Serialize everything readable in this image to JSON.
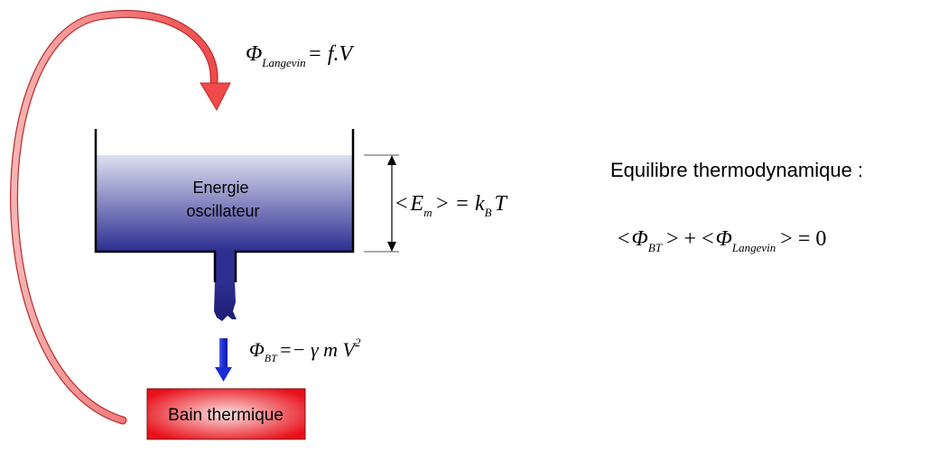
{
  "tank": {
    "label_line1": "Energie",
    "label_line2": "oscillateur",
    "colors": {
      "liquid_top": "#dde0f0",
      "liquid_bottom": "#2e2f92",
      "wall": "#000000"
    }
  },
  "bath": {
    "label": "Bain thermique",
    "colors": {
      "center": "#fbe3e3",
      "edge": "#e8101a"
    }
  },
  "flux_langevin": {
    "symbol": "Φ",
    "subscript": "Langevin",
    "rhs": "= f.V",
    "arrow_color": "#f04a4a"
  },
  "flux_bt": {
    "symbol": "Φ",
    "subscript": "BT",
    "rhs_prefix": "=− γ m V",
    "exponent": "2",
    "arrow_color": "#1a2cd6"
  },
  "mean_energy": {
    "lhs_open": "<",
    "symbol": "E",
    "subscript": "m",
    "mid": "> = k",
    "k_subscript": "B",
    "rhs": "T"
  },
  "equilibrium": {
    "title": "Equilibre thermodynamique :",
    "t1": "<",
    "phi1": "Φ",
    "sub1": "BT",
    "t2": "> + <",
    "phi2": "Φ",
    "sub2": "Langevin",
    "t3": "> = 0"
  }
}
